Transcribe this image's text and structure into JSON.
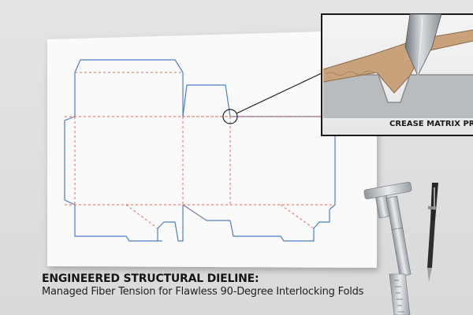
{
  "caption": {
    "title": "ENGINEERED STRUCTURAL DIELINE:",
    "subtitle": "Managed Fiber Tension for Flawless 90-Degree Interlocking Folds"
  },
  "inset": {
    "label": "CREASE MATRIX PRO"
  },
  "colors": {
    "cut_line": "#4a7fc4",
    "crease_line": "#e06a55",
    "board": "#c8a27a",
    "paper": "#fafafa"
  },
  "icons": {
    "tools": [
      "caliper-icon",
      "pen-icon",
      "ruler-icon"
    ]
  }
}
